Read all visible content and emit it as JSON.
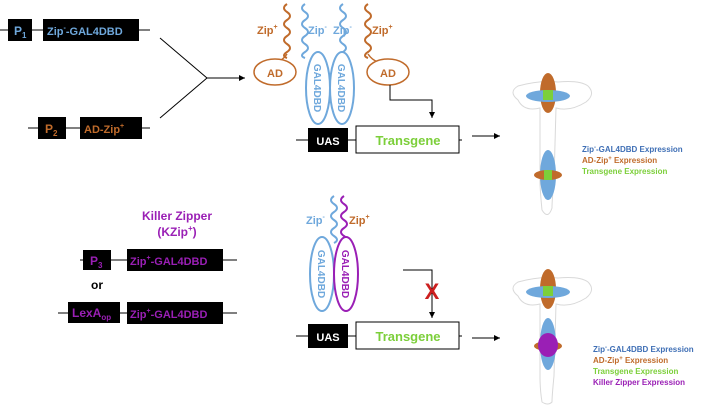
{
  "colors": {
    "blue": "#6fa8dc",
    "blue_text": "#3f6fb5",
    "orange": "#c06b2b",
    "green": "#7ccf3a",
    "purple": "#9a1fb5",
    "red": "#cc1f1f",
    "black": "#000000"
  },
  "top": {
    "p1_label": "P",
    "p1_sub": "1",
    "construct1_pre": "Zip",
    "construct1_sup": "-",
    "construct1_post": "-GAL4DBD",
    "p2_label": "P",
    "p2_sub": "2",
    "construct2_pre": "AD-Zip",
    "construct2_sup": "+",
    "zip_plus_left": "Zip",
    "zip_plus_left_sup": "+",
    "zip_minus_left": "Zip",
    "zip_minus_left_sup": "-",
    "zip_minus_right": "Zip",
    "zip_minus_right_sup": "-",
    "zip_plus_right": "Zip",
    "zip_plus_right_sup": "+",
    "ad_left": "AD",
    "ad_right": "AD",
    "dbd_left": "GAL4DBD",
    "dbd_right": "GAL4DBD",
    "uas": "UAS",
    "transgene": "Transgene",
    "legend": {
      "l1_pre": "Zip",
      "l1_sup": "-",
      "l1_post": "-GAL4DBD Expression",
      "l2_pre": "AD-Zip",
      "l2_sup": "+",
      "l2_post": " Expression",
      "l3": "Transgene Expression"
    }
  },
  "bottom": {
    "killer_title": "Killer Zipper",
    "killer_sub_pre": "(KZip",
    "killer_sub_sup": "+",
    "killer_sub_post": ")",
    "p3_label": "P",
    "p3_sub": "3",
    "construct3_pre": "Zip",
    "construct3_sup": "+",
    "construct3_post": "-GAL4DBD",
    "or": "or",
    "lexa_label": "LexA",
    "lexa_sub": "op",
    "construct4_pre": "Zip",
    "construct4_sup": "+",
    "construct4_post": "-GAL4DBD",
    "zip_minus": "Zip",
    "zip_minus_sup": "-",
    "zip_plus": "Zip",
    "zip_plus_sup": "+",
    "dbd_left": "GAL4DBD",
    "dbd_right": "GAL4DBD",
    "block_mark": "X",
    "uas": "UAS",
    "transgene": "Transgene",
    "legend": {
      "l1_pre": "Zip",
      "l1_sup": "-",
      "l1_post": "-GAL4DBD Expression",
      "l2_pre": "AD-Zip",
      "l2_sup": "+",
      "l2_post": " Expression",
      "l3": "Transgene Expression",
      "l4": "Killer Zipper Expression"
    }
  }
}
